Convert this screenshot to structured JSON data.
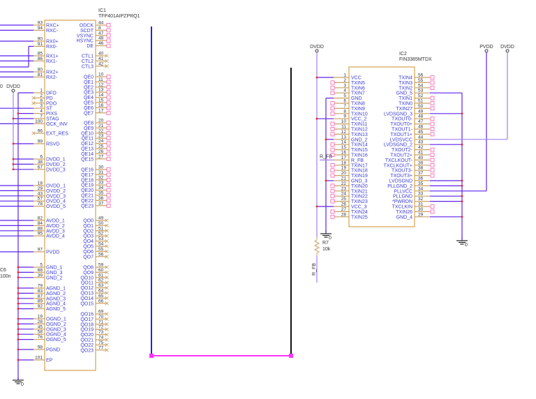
{
  "colors": {
    "wire": "#5a22ee",
    "wire_light": "#a080f0",
    "pin": "#c9a063",
    "body": "#d4a24e",
    "junction": "#ff2020",
    "unconnected": "#ff55aa",
    "bus_h": "#ff33ff",
    "bus_v1": "#2222dd",
    "bus_v2": "#111111"
  },
  "ic1": {
    "ref": "IC1",
    "part": "TFP401AIPZPRQ1",
    "left_groups": [
      [
        {
          "n": "93",
          "label": "RXC+"
        },
        {
          "n": "94",
          "label": "RXC-"
        }
      ],
      [
        {
          "n": "90",
          "label": "RX0+"
        },
        {
          "n": "91",
          "label": "RX0-"
        }
      ],
      [
        {
          "n": "85",
          "label": "RX1+"
        },
        {
          "n": "86",
          "label": "RX1-"
        }
      ],
      [
        {
          "n": "80",
          "label": "RX2+"
        },
        {
          "n": "81",
          "label": "RX2-"
        }
      ],
      [
        {
          "n": "1",
          "label": "DFO"
        },
        {
          "n": "2",
          "label": "PD",
          "nc": true
        },
        {
          "n": "9",
          "label": "PDO",
          "nc": true
        },
        {
          "n": "3",
          "label": "ST"
        },
        {
          "n": "4",
          "label": "PIXS"
        },
        {
          "n": "7",
          "label": "STAG"
        },
        {
          "n": "100",
          "label": "OCK_INV"
        }
      ],
      [
        {
          "n": "96",
          "label": "EXT_RES",
          "nc": true
        }
      ],
      [
        {
          "n": "99",
          "label": "RSVD"
        }
      ],
      [
        {
          "n": "6",
          "label": "DVDD_1"
        },
        {
          "n": "38",
          "label": "DVDD_2"
        },
        {
          "n": "67",
          "label": "DVDD_3"
        }
      ],
      [
        {
          "n": "18",
          "label": "OVDD_1"
        },
        {
          "n": "29",
          "label": "OVDD_2"
        },
        {
          "n": "43",
          "label": "OVDD_3"
        },
        {
          "n": "57",
          "label": "OVDD_4"
        },
        {
          "n": "78",
          "label": "OVDD_5"
        }
      ],
      [
        {
          "n": "82",
          "label": "AVDD_1"
        },
        {
          "n": "84",
          "label": "AVDD_2"
        },
        {
          "n": "88",
          "label": "AVDD_3"
        },
        {
          "n": "95",
          "label": "AVDD_4"
        }
      ],
      [
        {
          "n": "97",
          "label": "PVDD"
        }
      ],
      [
        {
          "n": "5",
          "label": "GND_1"
        },
        {
          "n": "68",
          "label": "GND_3"
        },
        {
          "n": "39",
          "label": "GND_2"
        }
      ],
      [
        {
          "n": "79",
          "label": "AGND_1"
        },
        {
          "n": "83",
          "label": "AGND_2"
        },
        {
          "n": "87",
          "label": "AGND_3"
        },
        {
          "n": "89",
          "label": "AGND_4"
        },
        {
          "n": "92",
          "label": "AGND_5"
        }
      ],
      [
        {
          "n": "19",
          "label": "OGND_1"
        },
        {
          "n": "28",
          "label": "OGND_2"
        },
        {
          "n": "45",
          "label": "OGND_3"
        },
        {
          "n": "58",
          "label": "OGND_4"
        },
        {
          "n": "76",
          "label": "OGND_5"
        }
      ],
      [
        {
          "n": "98",
          "label": "PGND"
        }
      ],
      [
        {
          "n": "101",
          "label": "EP"
        }
      ]
    ],
    "right_groups": [
      [
        {
          "n": "44",
          "label": "ODCK"
        },
        {
          "n": "8",
          "label": "SCDT"
        },
        {
          "n": "47",
          "label": "VSYNC"
        },
        {
          "n": "48",
          "label": "HSYNC"
        },
        {
          "n": "46",
          "label": "DE"
        }
      ],
      [
        {
          "n": "40",
          "label": "CTL1",
          "nc": true
        },
        {
          "n": "41",
          "label": "CTL2",
          "nc": true
        },
        {
          "n": "42",
          "label": "CTL3",
          "nc": true
        }
      ],
      [
        {
          "n": "10",
          "label": "QE0"
        },
        {
          "n": "11",
          "label": "QE1"
        },
        {
          "n": "12",
          "label": "QE2"
        },
        {
          "n": "13",
          "label": "QE3"
        },
        {
          "n": "14",
          "label": "QE4"
        },
        {
          "n": "15",
          "label": "QE5"
        },
        {
          "n": "16",
          "label": "QE6"
        },
        {
          "n": "17",
          "label": "QE7"
        }
      ],
      [
        {
          "n": "20",
          "label": "QE8"
        },
        {
          "n": "21",
          "label": "QE9"
        },
        {
          "n": "22",
          "label": "QE10"
        },
        {
          "n": "23",
          "label": "QE11"
        },
        {
          "n": "24",
          "label": "QE12"
        },
        {
          "n": "25",
          "label": "QE13"
        },
        {
          "n": "26",
          "label": "QE14"
        },
        {
          "n": "27",
          "label": "QE15"
        }
      ],
      [
        {
          "n": "30",
          "label": "QE16"
        },
        {
          "n": "31",
          "label": "QE17"
        },
        {
          "n": "32",
          "label": "QE18"
        },
        {
          "n": "33",
          "label": "QE19"
        },
        {
          "n": "34",
          "label": "QE20"
        },
        {
          "n": "35",
          "label": "QE21"
        },
        {
          "n": "36",
          "label": "QE22"
        },
        {
          "n": "37",
          "label": "QE23"
        }
      ],
      [
        {
          "n": "49",
          "label": "QO0",
          "nc": true
        },
        {
          "n": "50",
          "label": "QO1",
          "nc": true
        },
        {
          "n": "51",
          "label": "QO2",
          "nc": true
        },
        {
          "n": "52",
          "label": "QO3",
          "nc": true
        },
        {
          "n": "53",
          "label": "QO4",
          "nc": true
        },
        {
          "n": "54",
          "label": "QO5",
          "nc": true
        },
        {
          "n": "55",
          "label": "QO6",
          "nc": true
        },
        {
          "n": "56",
          "label": "QO7",
          "nc": true
        }
      ],
      [
        {
          "n": "59",
          "label": "QO8",
          "nc": true
        },
        {
          "n": "60",
          "label": "QO9",
          "nc": true
        },
        {
          "n": "61",
          "label": "QO10",
          "nc": true
        },
        {
          "n": "62",
          "label": "QO11",
          "nc": true
        },
        {
          "n": "63",
          "label": "QO12",
          "nc": true
        },
        {
          "n": "64",
          "label": "QO13",
          "nc": true
        },
        {
          "n": "65",
          "label": "QO14",
          "nc": true
        },
        {
          "n": "66",
          "label": "QO15",
          "nc": true
        }
      ],
      [
        {
          "n": "69",
          "label": "QO16",
          "nc": true
        },
        {
          "n": "70",
          "label": "QO17",
          "nc": true
        },
        {
          "n": "71",
          "label": "QO18",
          "nc": true
        },
        {
          "n": "72",
          "label": "QO19",
          "nc": true
        },
        {
          "n": "73",
          "label": "QO20",
          "nc": true
        },
        {
          "n": "74",
          "label": "QO21",
          "nc": true
        },
        {
          "n": "75",
          "label": "QO22",
          "nc": true
        },
        {
          "n": "77",
          "label": "QO23",
          "nc": true
        }
      ]
    ]
  },
  "ic2": {
    "ref": "IC2",
    "part": "FIN3385MTDX",
    "left": [
      {
        "n": "1",
        "label": "VCC"
      },
      {
        "n": "2",
        "label": "TXIN5",
        "in": true
      },
      {
        "n": "3",
        "label": "TXIN6",
        "in": true
      },
      {
        "n": "4",
        "label": "TXIN7",
        "in": true
      },
      {
        "n": "5",
        "label": "GND"
      },
      {
        "n": "6",
        "label": "TXIN8",
        "in": true
      },
      {
        "n": "7",
        "label": "TXIN9",
        "in": true
      },
      {
        "n": "8",
        "label": "TXIN10",
        "in": true
      },
      {
        "n": "9",
        "label": "VCC_2"
      },
      {
        "n": "10",
        "label": "TXIN11",
        "in": true
      },
      {
        "n": "11",
        "label": "TXIN12",
        "in": true
      },
      {
        "n": "12",
        "label": "TXIN13",
        "in": true
      },
      {
        "n": "13",
        "label": "GND_2"
      },
      {
        "n": "14",
        "label": "TXIN14",
        "in": true
      },
      {
        "n": "15",
        "label": "TXIN15",
        "in": true
      },
      {
        "n": "16",
        "label": "TXIN16",
        "in": true
      },
      {
        "n": "17",
        "label": "R_FB"
      },
      {
        "n": "18",
        "label": "TXIN17",
        "in": true
      },
      {
        "n": "19",
        "label": "TXIN18",
        "in": true
      },
      {
        "n": "20",
        "label": "TXIN19",
        "in": true
      },
      {
        "n": "21",
        "label": "GND_3"
      },
      {
        "n": "22",
        "label": "TXIN20",
        "in": true
      },
      {
        "n": "23",
        "label": "TXIN21",
        "in": true
      },
      {
        "n": "24",
        "label": "TXIN22",
        "in": true
      },
      {
        "n": "25",
        "label": "TXIN23",
        "in": true
      },
      {
        "n": "26",
        "label": "VCC_3"
      },
      {
        "n": "27",
        "label": "TXIN24",
        "in": true
      },
      {
        "n": "28",
        "label": "TXIN25",
        "in": true
      }
    ],
    "right": [
      {
        "n": "56",
        "label": "TXIN4",
        "in": true
      },
      {
        "n": "55",
        "label": "TXIN3",
        "in": true
      },
      {
        "n": "54",
        "label": "TXIN2",
        "in": true
      },
      {
        "n": "53",
        "label": "GND_5"
      },
      {
        "n": "52",
        "label": "TXIN1",
        "in": true
      },
      {
        "n": "51",
        "label": "TXIN0",
        "in": true
      },
      {
        "n": "50",
        "label": "TXIN27",
        "in": true
      },
      {
        "n": "49",
        "label": "LVDSGND_3"
      },
      {
        "n": "48",
        "label": "TXOUT0-",
        "in": true
      },
      {
        "n": "47",
        "label": "TXOUT0+",
        "in": true
      },
      {
        "n": "46",
        "label": "TXOUT1-",
        "in": true
      },
      {
        "n": "45",
        "label": "TXOUT1+",
        "in": true
      },
      {
        "n": "44",
        "label": "LVDSVCC"
      },
      {
        "n": "43",
        "label": "LVDSGND_2"
      },
      {
        "n": "42",
        "label": "TXOUT2-",
        "in": true
      },
      {
        "n": "41",
        "label": "TXOUT2+",
        "in": true
      },
      {
        "n": "40",
        "label": "TXCLKOUT-",
        "in": true
      },
      {
        "n": "39",
        "label": "TXCLKOUT+",
        "in": true
      },
      {
        "n": "38",
        "label": "TXOUT3-",
        "in": true
      },
      {
        "n": "37",
        "label": "TXOUT3+",
        "in": true
      },
      {
        "n": "36",
        "label": "LVDSGND"
      },
      {
        "n": "35",
        "label": "PLLGND_2"
      },
      {
        "n": "34",
        "label": "PLLVCC"
      },
      {
        "n": "33",
        "label": "PLLGND"
      },
      {
        "n": "32",
        "label": "*PWRDN"
      },
      {
        "n": "31",
        "label": "TXCLKIN",
        "in": true
      },
      {
        "n": "30",
        "label": "TXIN26",
        "in": true
      },
      {
        "n": "29",
        "label": "GND_4"
      }
    ]
  },
  "nets": {
    "dvdd": "DVDD",
    "pvdd": "PVDD",
    "gnd": "0",
    "rfb": "R_FB"
  },
  "r7": {
    "ref": "R7",
    "value": "10k"
  },
  "c6": {
    "ref": "C6",
    "value": "100n"
  }
}
